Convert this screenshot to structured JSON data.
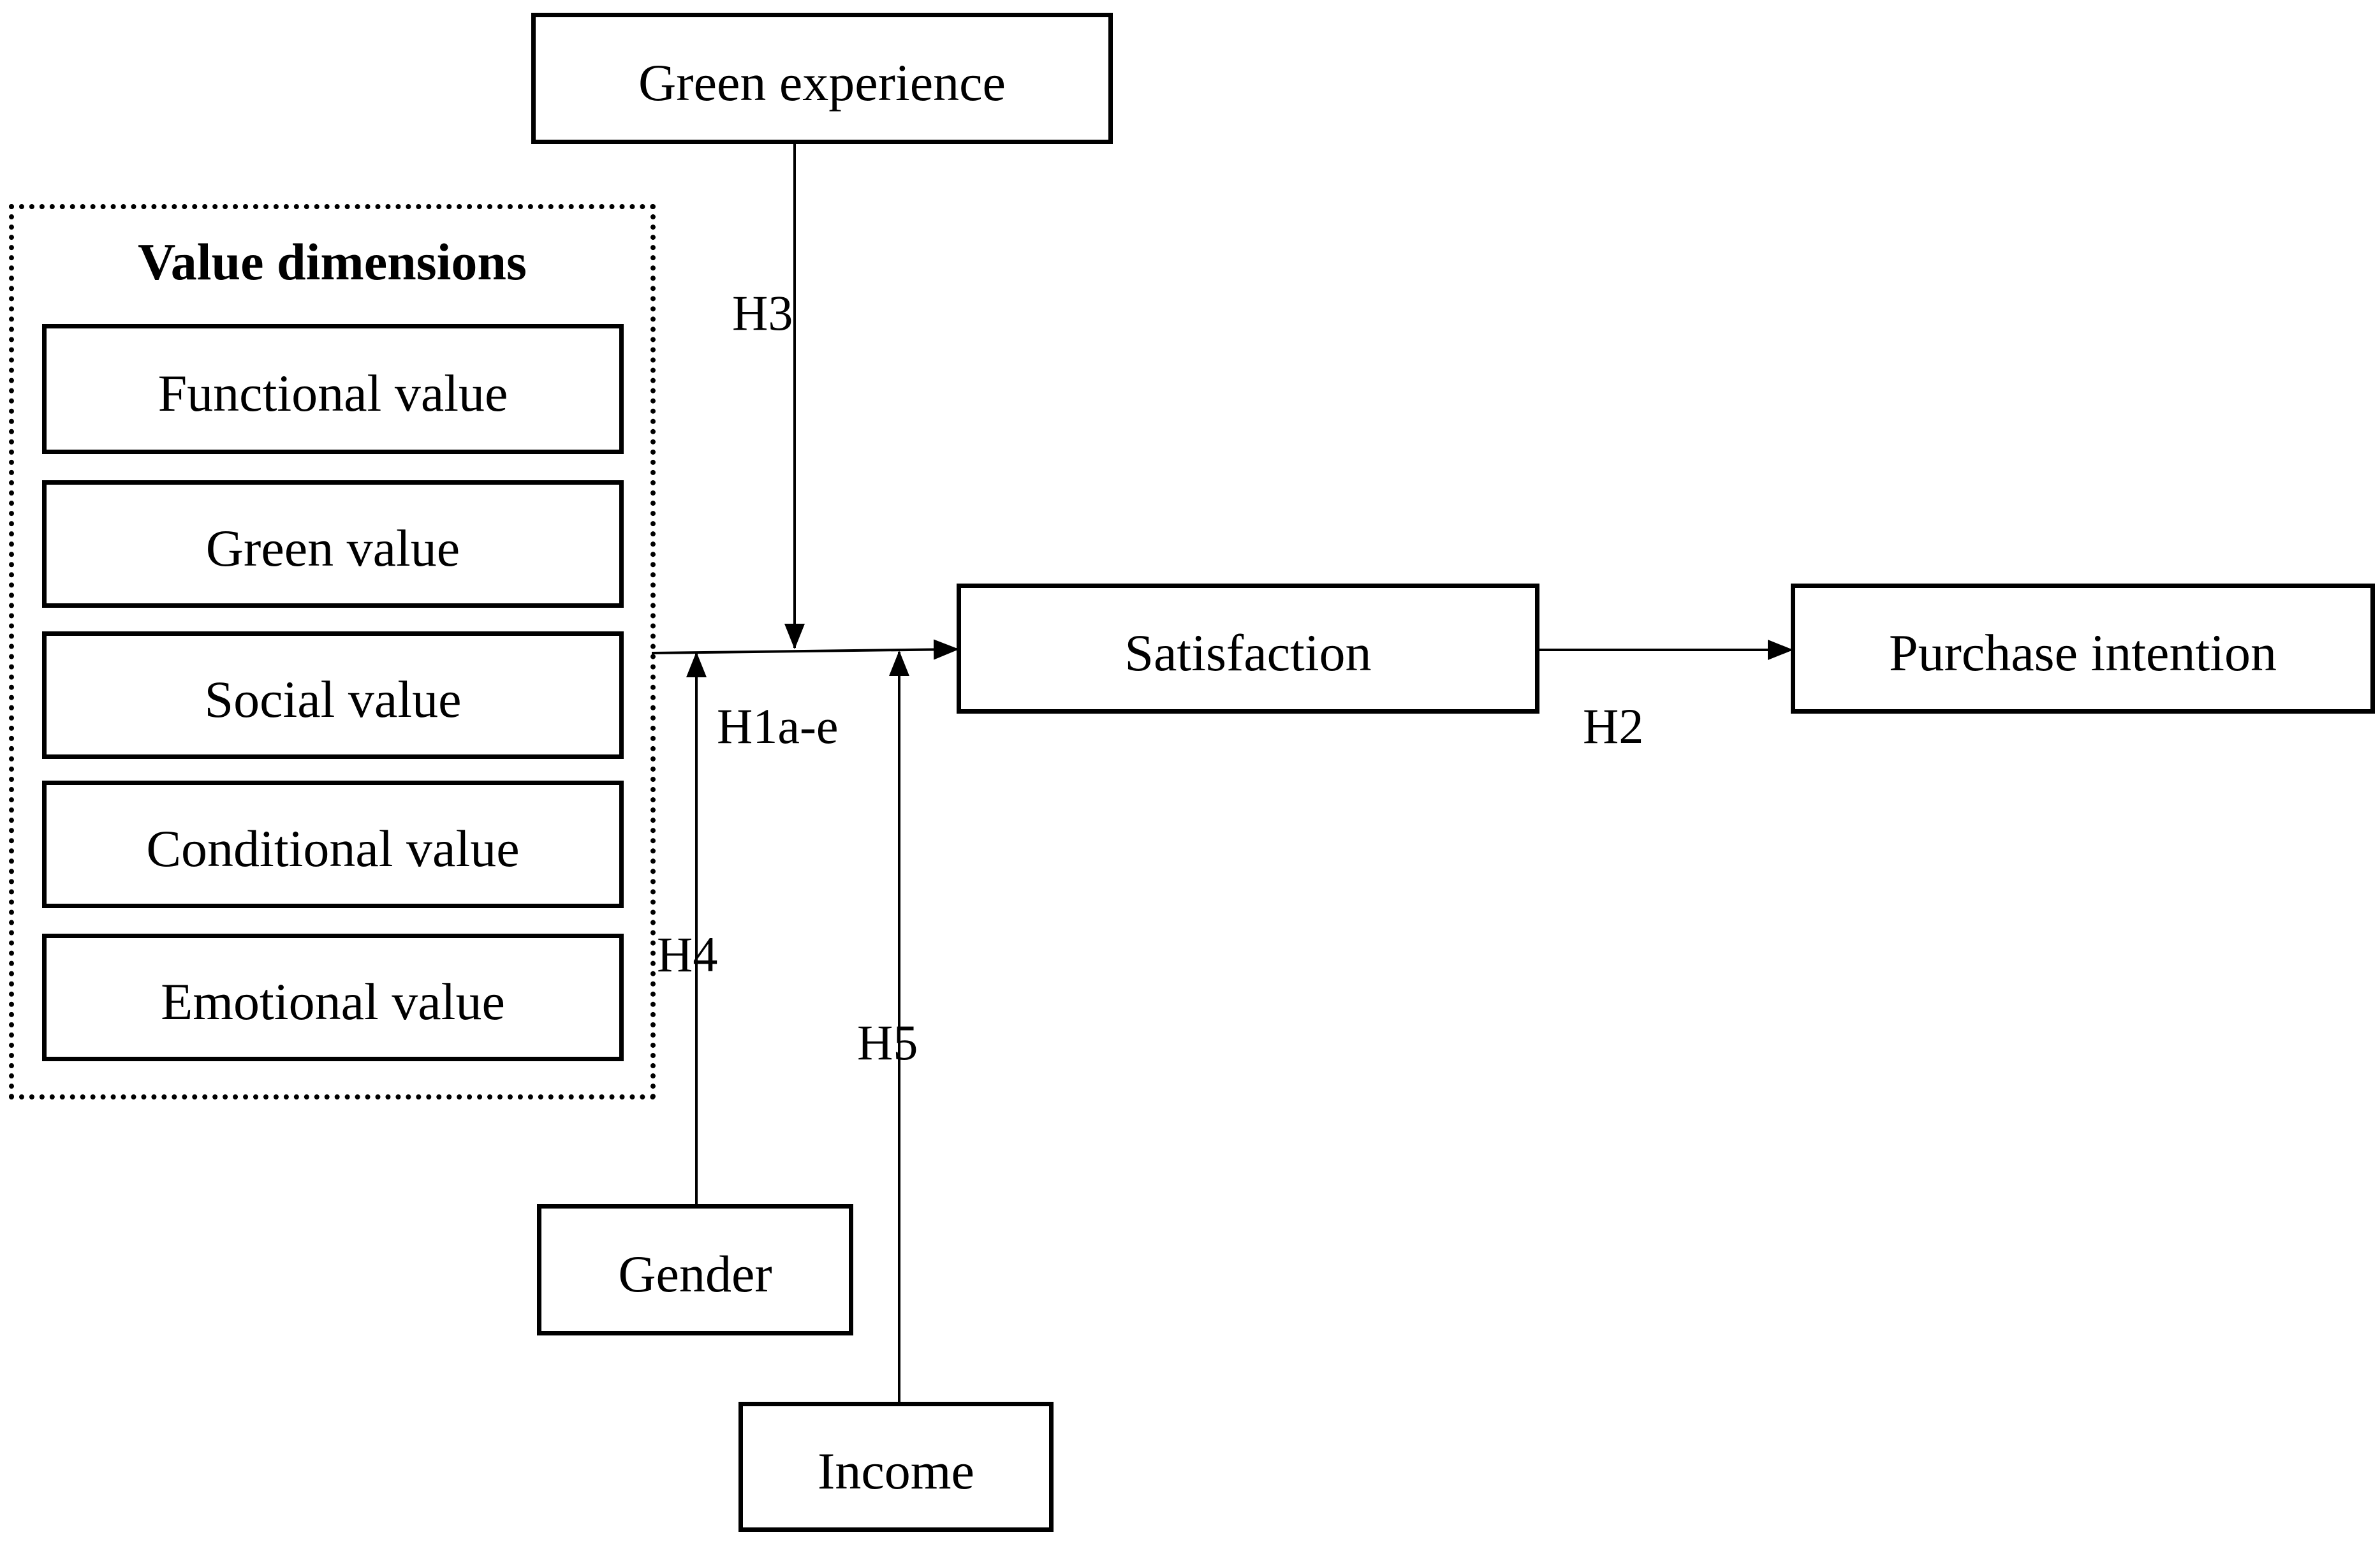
{
  "nodes": {
    "green_experience": "Green experience",
    "satisfaction": "Satisfaction",
    "purchase_intention": "Purchase intention",
    "gender": "Gender",
    "income": "Income"
  },
  "value_dimensions": {
    "title": "Value dimensions",
    "items": [
      "Functional value",
      "Green value",
      "Social value",
      "Conditional value",
      "Emotional value"
    ]
  },
  "hypotheses": {
    "h1": "H1a-e",
    "h2": "H2",
    "h3": "H3",
    "h4": "H4",
    "h5": "H5"
  }
}
